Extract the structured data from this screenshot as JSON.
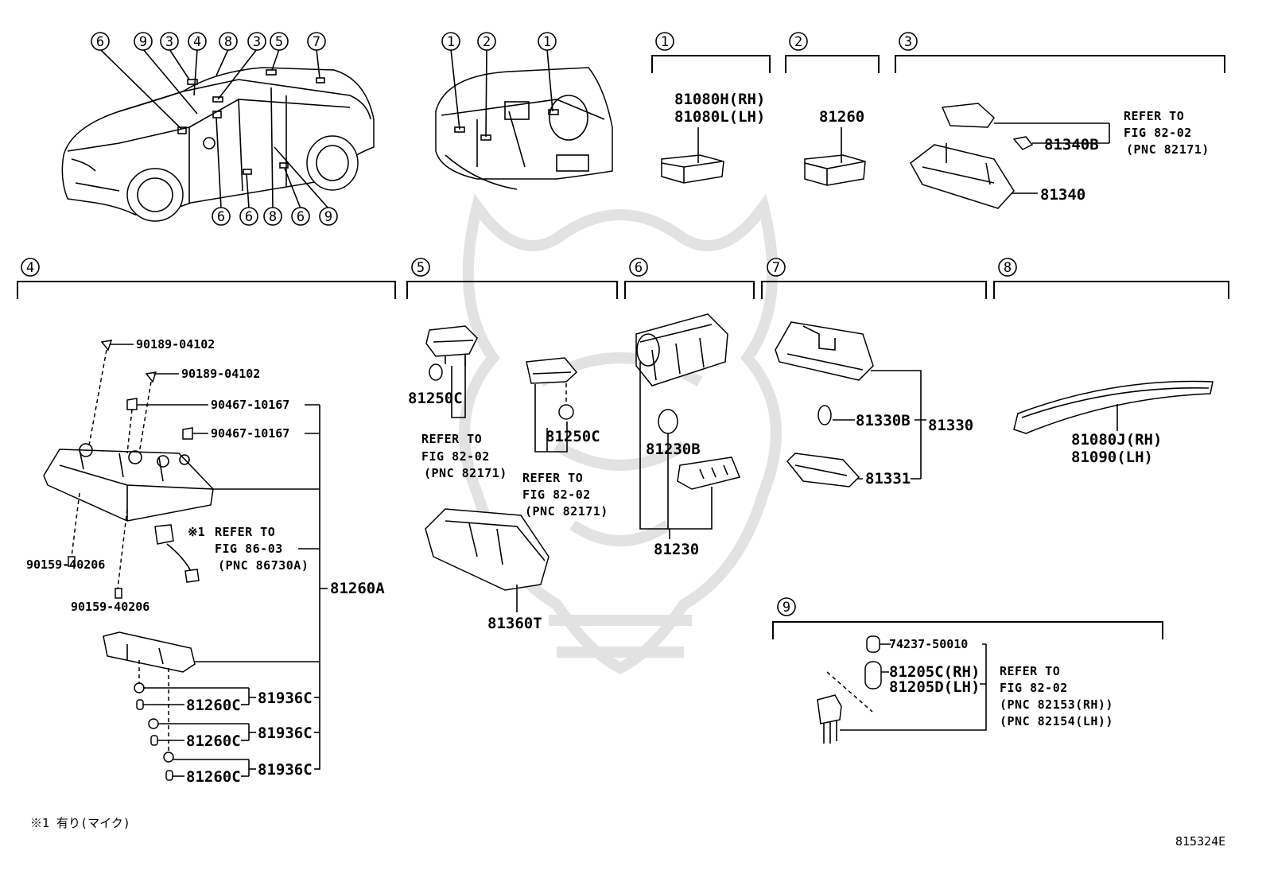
{
  "index_circles": [
    "1",
    "2",
    "3",
    "4",
    "5",
    "6",
    "7",
    "8",
    "9"
  ],
  "car_callouts": {
    "top": [
      "6",
      "9",
      "3",
      "4",
      "8",
      "3",
      "5",
      "7"
    ],
    "bottom": [
      "6",
      "6",
      "8",
      "6",
      "9"
    ]
  },
  "dash_callouts": [
    "1",
    "2",
    "1"
  ],
  "section1": {
    "index": "1",
    "parts": [
      "81080H(RH)",
      "81080L(LH)"
    ]
  },
  "section2": {
    "index": "2",
    "parts": [
      "81260"
    ]
  },
  "section3": {
    "index": "3",
    "parts": [
      "81340B",
      "81340"
    ],
    "refer": [
      "REFER TO",
      "FIG 82-02",
      "(PNC 82171)"
    ]
  },
  "section4": {
    "index": "4",
    "parts": [
      "90189-04102",
      "90189-04102",
      "90467-10167",
      "90467-10167",
      "90159-40206",
      "90159-40206",
      "81260A",
      "81936C",
      "81936C",
      "81936C",
      "81260C",
      "81260C",
      "81260C"
    ],
    "refer_mark": "※1",
    "refer": [
      "REFER TO",
      "FIG 86-03",
      "(PNC 86730A)"
    ]
  },
  "section5": {
    "index": "5",
    "parts": [
      "81250C",
      "81250C",
      "81360T"
    ],
    "refer_a": [
      "REFER TO",
      "FIG 82-02",
      "(PNC 82171)"
    ],
    "refer_b": [
      "REFER TO",
      "FIG 82-02",
      "(PNC 82171)"
    ]
  },
  "section6": {
    "index": "6",
    "parts": [
      "81230B",
      "81230"
    ]
  },
  "section7": {
    "index": "7",
    "parts": [
      "81330B",
      "81330",
      "81331"
    ]
  },
  "section8": {
    "index": "8",
    "parts": [
      "81080J(RH)",
      "81090(LH)"
    ]
  },
  "section9": {
    "index": "9",
    "parts": [
      "74237-50010",
      "81205C(RH)",
      "81205D(LH)"
    ],
    "refer": [
      "REFER TO",
      "FIG 82-02",
      "(PNC 82153(RH))",
      "(PNC 82154(LH))"
    ]
  },
  "footnote": "※1 有り(マイク)",
  "figure_code": "815324E"
}
